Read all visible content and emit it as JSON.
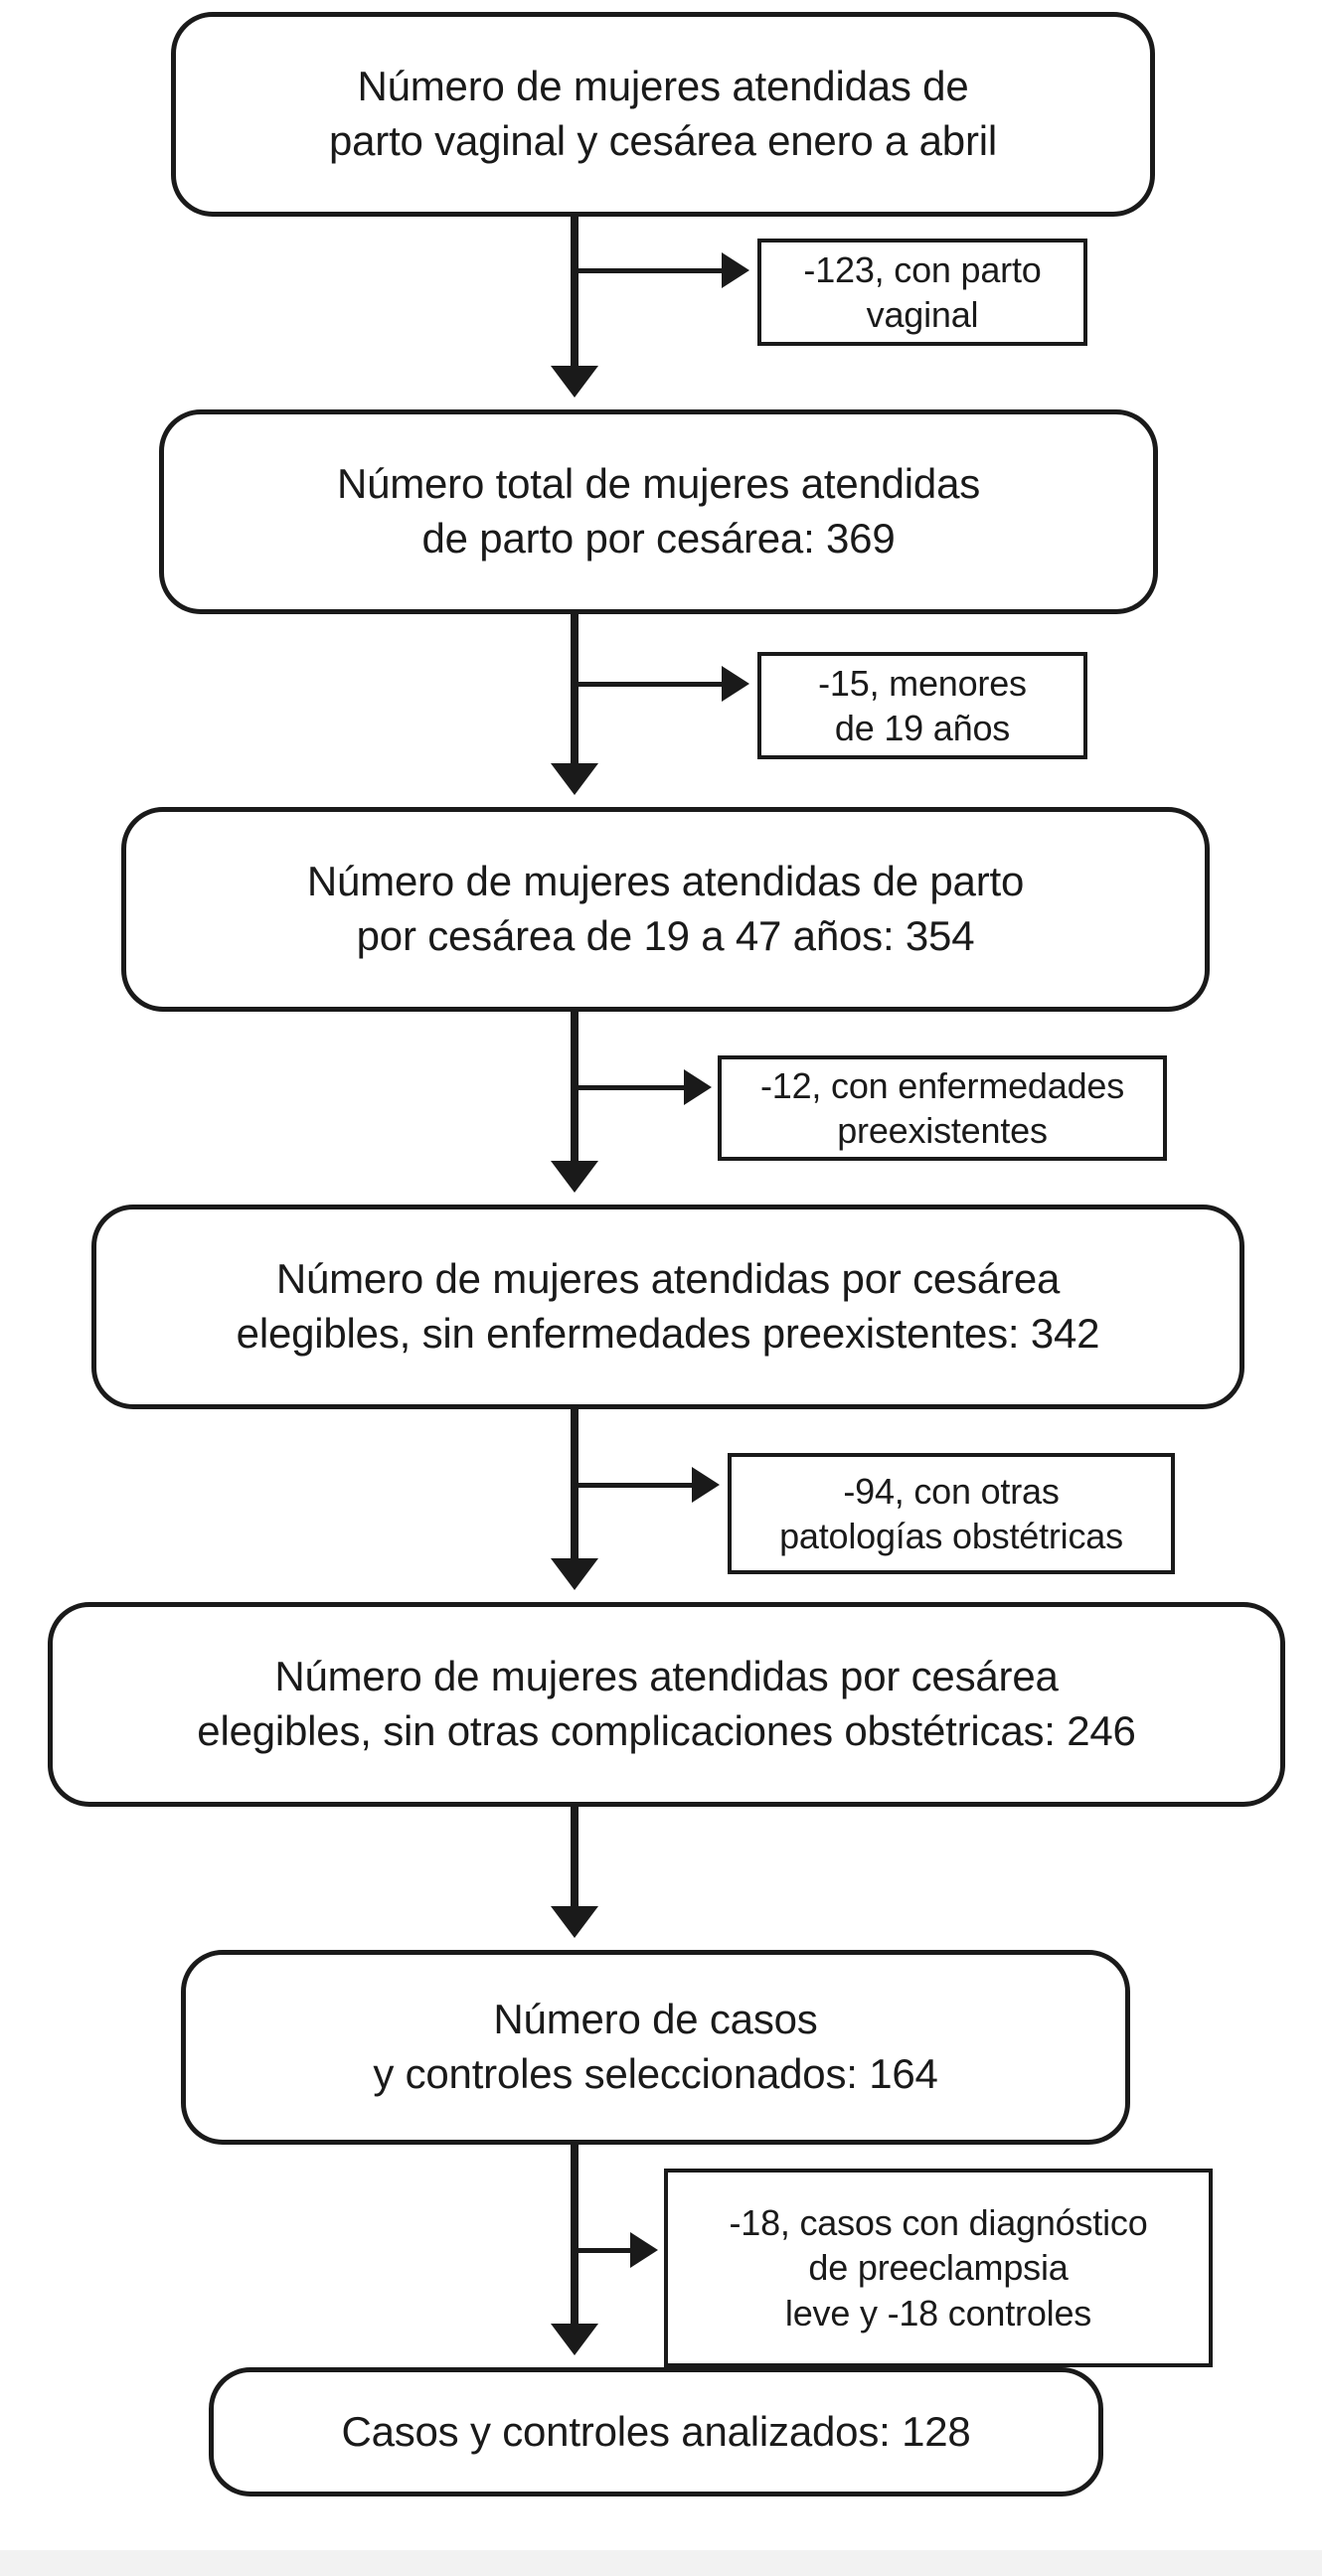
{
  "diagram": {
    "title": "Flujograma de seleccion de casos y controles",
    "type": "flowchart",
    "language": "es",
    "colors": {
      "stroke": "#1a1a1a",
      "fill": "#ffffff",
      "text": "#1a1a1a"
    }
  },
  "nodes": [
    {
      "id": "node-1",
      "text": "Número de mujeres atendidas de\nparto vaginal y cesárea enero a abril",
      "shape": "rounded-rect"
    },
    {
      "id": "node-2",
      "text": "Número total de mujeres atendidas\nde parto por cesárea: 369",
      "shape": "rounded-rect",
      "count": 369
    },
    {
      "id": "node-3",
      "text": "Número de mujeres atendidas de parto\npor cesárea de 19 a 47 años: 354",
      "shape": "rounded-rect",
      "count": 354
    },
    {
      "id": "node-4",
      "text": "Número de mujeres atendidas por cesárea\nelegibles, sin enfermedades preexistentes: 342",
      "shape": "rounded-rect",
      "count": 342
    },
    {
      "id": "node-5",
      "text": "Número de mujeres atendidas por cesárea\nelegibles, sin otras complicaciones obstétricas: 246",
      "shape": "rounded-rect",
      "count": 246
    },
    {
      "id": "node-6",
      "text": "Número de casos\ny controles seleccionados: 164",
      "shape": "rounded-rect",
      "count": 164
    },
    {
      "id": "node-7",
      "text": "Casos y controles analizados: 128",
      "shape": "rounded-rect",
      "count": 128
    }
  ],
  "exclusions": [
    {
      "id": "excl-1",
      "text": "-123, con parto\nvaginal",
      "shape": "rect",
      "count": -123
    },
    {
      "id": "excl-2",
      "text": "-15, menores\nde 19 años",
      "shape": "rect",
      "count": -15
    },
    {
      "id": "excl-3",
      "text": "-12, con enfermedades\npreexistentes",
      "shape": "rect",
      "count": -12
    },
    {
      "id": "excl-4",
      "text": "-94, con otras\npatologías obstétricas",
      "shape": "rect",
      "count": -94
    },
    {
      "id": "excl-5",
      "text": "-18, casos con diagnóstico\nde preeclampsia\nleve  y -18 controles",
      "shape": "rect",
      "count": -18
    }
  ]
}
